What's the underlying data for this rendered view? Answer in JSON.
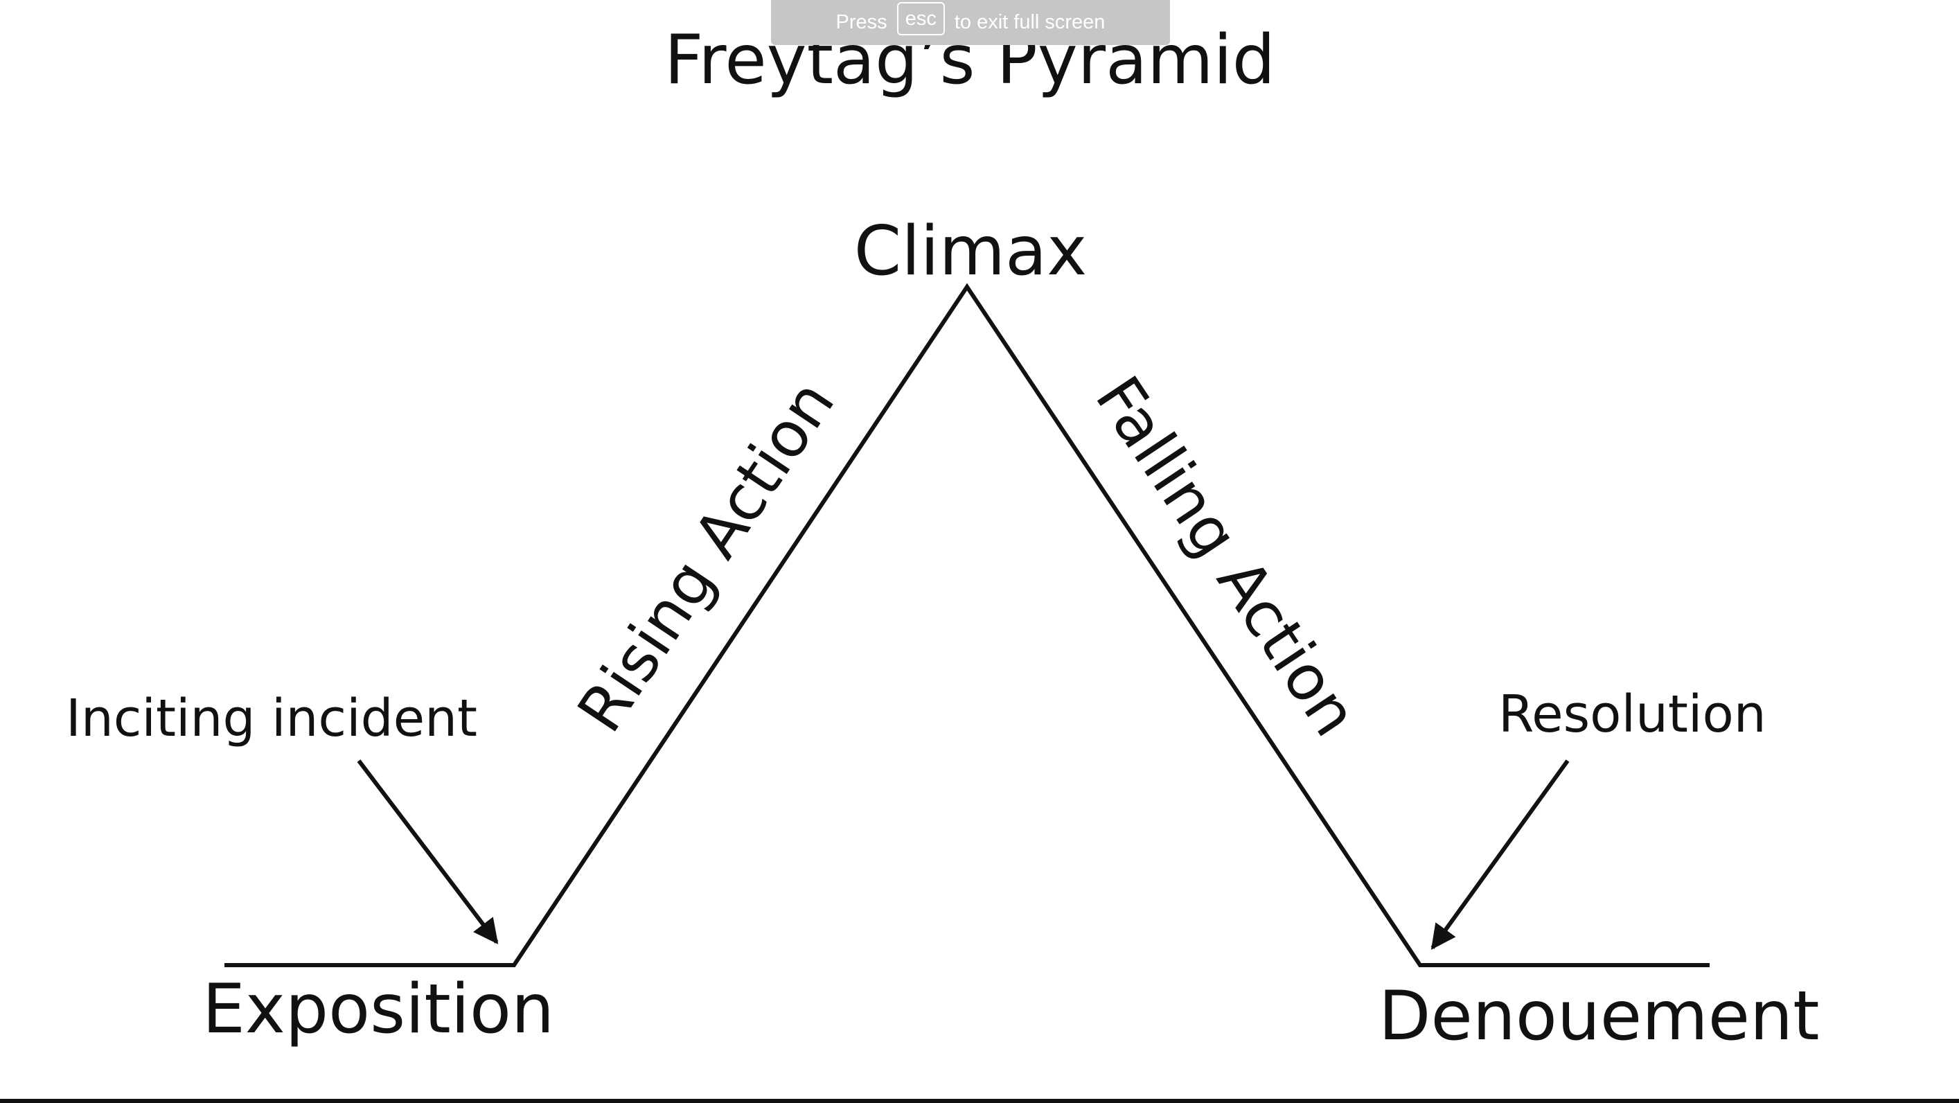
{
  "fullscreen_hint": {
    "press": "Press",
    "key": "esc",
    "rest": "to exit full screen"
  },
  "diagram": {
    "title": "Freytag’s Pyramid",
    "stages": {
      "climax": "Climax",
      "rising_action": "Rising Action",
      "falling_action": "Falling Action",
      "exposition": "Exposition",
      "denouement": "Denouement"
    },
    "annotations": {
      "inciting_incident": "Inciting incident",
      "resolution": "Resolution"
    },
    "colors": {
      "ink": "#111111",
      "banner": "#c6c6c6"
    }
  }
}
